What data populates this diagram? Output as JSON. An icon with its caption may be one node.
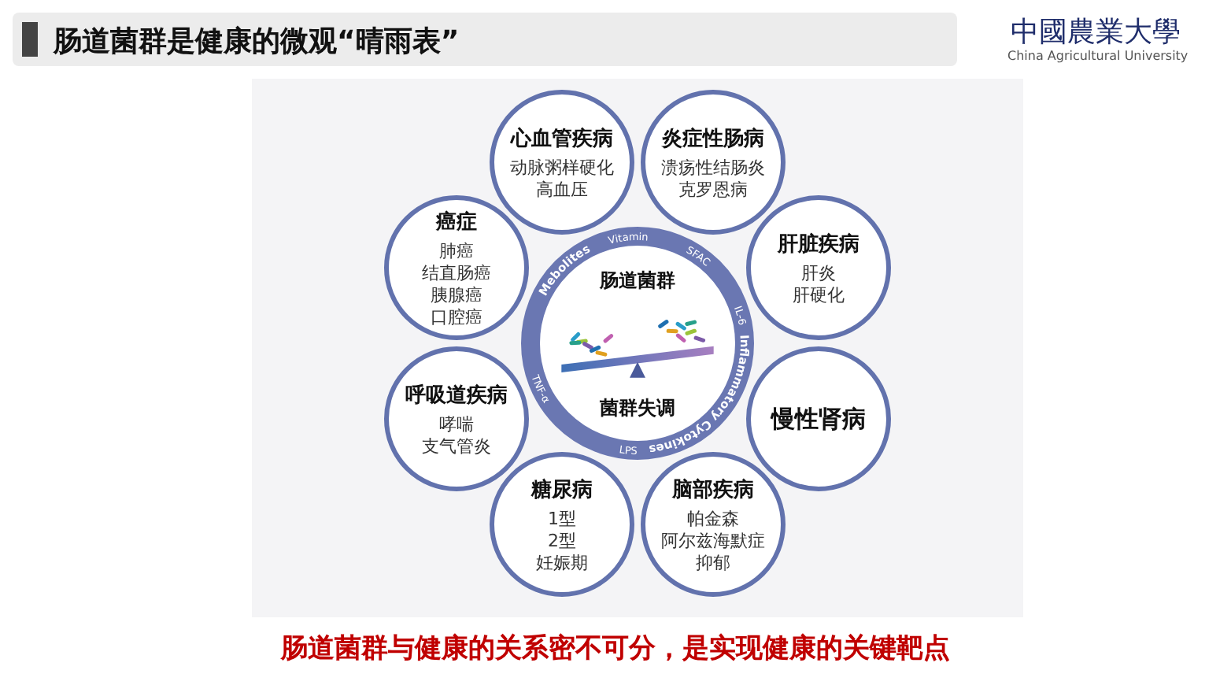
{
  "diagram": {
    "title": "肠道菌群是健康的微观“晴雨表”",
    "caption": "肠道菌群与健康的关系密不可分，是实现健康的关键靶点",
    "nodes": [
      {
        "text": [
          "肠道菌群",
          "菌群失调"
        ]
      },
      {
        "text": [
          "心血管疾病",
          "动脉粥样硬化",
          "高血压"
        ]
      },
      {
        "text": [
          "炎症性肠病",
          "溃疡性结肠炎",
          "克罗恩病"
        ]
      },
      {
        "text": [
          "癌症",
          "肺癌",
          "结直肠癌",
          "胰腺癌",
          "口腔癌"
        ]
      },
      {
        "text": [
          "肝脏疾病",
          "肝炎",
          "肝硬化"
        ]
      },
      {
        "text": [
          "呼吸道疾病",
          "哮喘",
          "支气管炎"
        ]
      },
      {
        "text": [
          "慢性肾病"
        ]
      },
      {
        "text": [
          "糖尿病",
          "1型",
          "2型",
          "妊娠期"
        ]
      },
      {
        "text": [
          "脑部疾病",
          "帕金森",
          "阿尔兹海默症",
          "抑郁"
        ]
      }
    ],
    "labels": [
      "中國農業大學",
      "China Agricultural University",
      "Mebolites",
      "Vitamin",
      "SFAC",
      "IL-6",
      "Inflammatory Cytokines",
      "LPS",
      "TNF-α"
    ]
  }
}
